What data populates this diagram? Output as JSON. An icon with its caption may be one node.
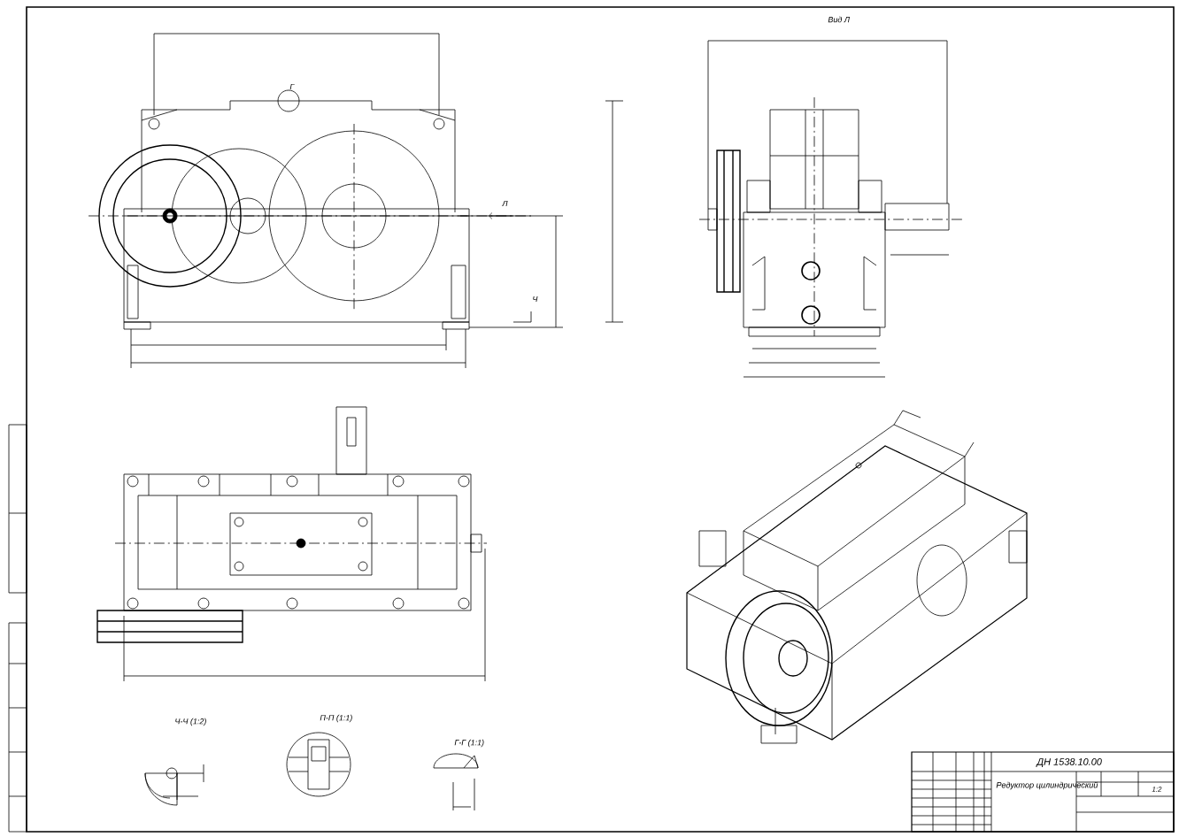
{
  "diagram": {
    "title": "Редуктор цилиндрический",
    "labels": [
      "Вид Л",
      "Г",
      "Л",
      "Ч",
      "Ч-Ч (1:2)",
      "П-П (1:1)",
      "Г-Г (1:1)",
      "ДН 1538.10.00",
      "1:2"
    ]
  }
}
